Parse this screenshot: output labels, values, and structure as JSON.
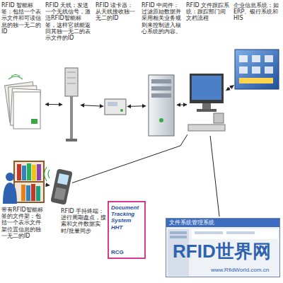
{
  "diagram": {
    "nodes": [
      {
        "text": [
          "RFID 智能标签：包括一个表示文件和可读信息的独一无二的ID"
        ]
      },
      {
        "text": [
          "RFID 天线：发送一个无线信号，激活RFID智能标签，这样它就能返回其独一无二的表示文件的ID"
        ]
      },
      {
        "text": [
          "RFID 读卡器：从天线接收独一无二的ID"
        ]
      },
      {
        "text": [
          "RFID 中间件：过滤原始数据并采用相关业务规则来控制进入核心系统的内容。"
        ]
      },
      {
        "text": [
          "RFID 文件跟踪系统：跟踪部门间文档流程"
        ]
      },
      {
        "text": [
          "企业信息系统：如ERP、银行系统和HIS"
        ]
      },
      {
        "text": [
          "带有RFID智能标签的文件架：包括一个表示文件架位置信息的独一无二的ID"
        ]
      },
      {
        "text": [
          "RFID 手持终端：进行周期盘点，搜索和文件数据实时/批量同步"
        ]
      },
      {
        "text": [
          "Document Tracking System HHT",
          "RCG"
        ]
      },
      {
        "text": [
          "文件系统管理系统"
        ]
      }
    ],
    "edges": [
      {
        "from": 0,
        "to": 1,
        "arrow": "both"
      },
      {
        "from": 1,
        "to": 2,
        "arrow": "both"
      },
      {
        "from": 2,
        "to": 3,
        "arrow": "both"
      },
      {
        "from": 3,
        "to": 4,
        "arrow": "both"
      },
      {
        "from": 4,
        "to": 5,
        "arrow": "both"
      },
      {
        "from": 6,
        "to": 7,
        "arrow": "to"
      },
      {
        "from": 7,
        "to": 4,
        "arrow": "none"
      },
      {
        "from": 4,
        "to": 9,
        "arrow": "none"
      }
    ],
    "labels": [
      "RFID世界网",
      "www.RfidWorld.com.cn"
    ]
  }
}
